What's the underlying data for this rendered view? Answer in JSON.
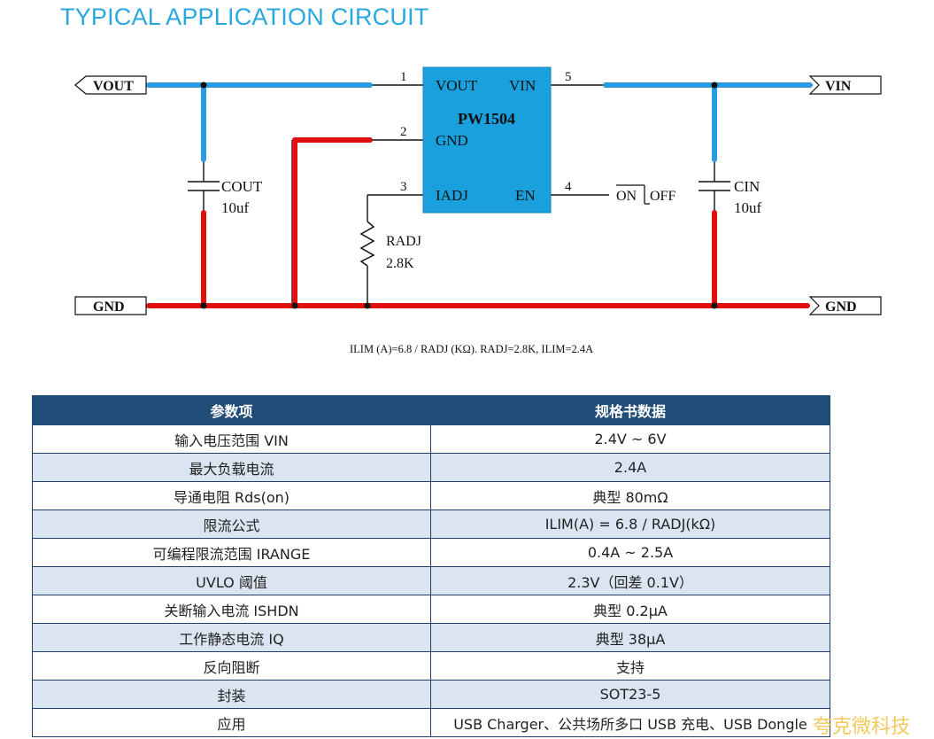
{
  "title": "TYPICAL APPLICATION CIRCUIT",
  "colors": {
    "title": "#29a8e0",
    "chip": "#1aa0dc",
    "high_side": "#2a9be0",
    "ground": "#e01010",
    "table_header": "#204c78",
    "table_alt_row": "#dbe5f1"
  },
  "schematic": {
    "ports": {
      "vout": "VOUT",
      "vin": "VIN",
      "gnd_left": "GND",
      "gnd_right": "GND"
    },
    "chip": {
      "name": "PW1504",
      "pins": {
        "vout": "VOUT",
        "vin": "VIN",
        "gnd": "GND",
        "iadj": "IADJ",
        "en": "EN"
      },
      "pin_numbers": {
        "p1": "1",
        "p2": "2",
        "p3": "3",
        "p4": "4",
        "p5": "5"
      }
    },
    "cout": {
      "name": "COUT",
      "value": "10uf"
    },
    "cin": {
      "name": "CIN",
      "value": "10uf"
    },
    "radj": {
      "name": "RADJ",
      "value": "2.8K"
    },
    "switch": {
      "on": "ON",
      "off": "OFF"
    },
    "formula": "ILIM (A)=6.8 / RADJ (KΩ).    RADJ=2.8K,  ILIM=2.4A"
  },
  "table": {
    "headers": [
      "参数项",
      "规格书数据"
    ],
    "rows": [
      [
        "输入电压范围 VIN",
        "2.4V ~ 6V"
      ],
      [
        "最大负载电流",
        "2.4A"
      ],
      [
        "导通电阻 Rds(on)",
        "典型 80mΩ"
      ],
      [
        "限流公式",
        "ILIM(A) = 6.8 / RADJ(kΩ)"
      ],
      [
        "可编程限流范围 IRANGE",
        "0.4A ~ 2.5A"
      ],
      [
        "UVLO 阈值",
        "2.3V（回差 0.1V）"
      ],
      [
        "关断输入电流 ISHDN",
        "典型 0.2μA"
      ],
      [
        "工作静态电流 IQ",
        "典型 38μA"
      ],
      [
        "反向阻断",
        "支持"
      ],
      [
        "封装",
        "SOT23-5"
      ],
      [
        "应用",
        "USB Charger、公共场所多口 USB 充电、USB Dongle"
      ]
    ]
  },
  "watermark": "夸克微科技"
}
